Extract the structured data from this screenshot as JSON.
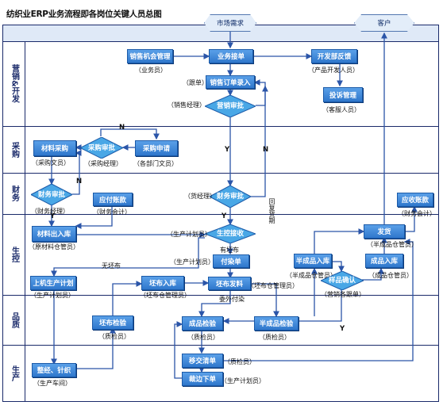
{
  "title": "纺织业ERP业务流程即各岗位关键人员总图",
  "lanes": {
    "sales": "营销&开发",
    "purchase": "采购",
    "finance": "财务",
    "production": "生控",
    "quality": "品质",
    "produce": "生产"
  },
  "terminals": {
    "market": "市场需求",
    "customer": "客户"
  },
  "nodes": {
    "sales_opportunity": {
      "label": "销售机会管理",
      "role": "（业务员）"
    },
    "business_lead": {
      "label": "业务接单",
      "role": ""
    },
    "dev_feedback": {
      "label": "开发部反馈",
      "role": "（产品开发人员）"
    },
    "sales_order_entry": {
      "label": "销售订单录入",
      "role": "（跟单）"
    },
    "sales_review": {
      "label": "营销审批",
      "role": "（销售经理）"
    },
    "complaint": {
      "label": "投诉管理",
      "role": "（客服人员）"
    },
    "material_purchase": {
      "label": "材料采购",
      "role": "（采购文员）"
    },
    "purchase_review": {
      "label": "采购审批",
      "role": "（采购经理）"
    },
    "purchase_request": {
      "label": "采购申请",
      "role": "（各部门文员）"
    },
    "finance_review_left": {
      "label": "财务审批",
      "role": "（财务经理）"
    },
    "payable": {
      "label": "应付账款",
      "role": "（财务会计）"
    },
    "finance_review_mid": {
      "label": "财务审批",
      "role": "（货经理）"
    },
    "receivable": {
      "label": "应收账款",
      "role": "（财务会计）"
    },
    "material_in": {
      "label": "材料出入库",
      "role": "（原材料仓管员）"
    },
    "control_accept": {
      "label": "生控接收",
      "role": "（生产计划员）"
    },
    "dye_order": {
      "label": "付染单",
      "role": "（生产计划员）"
    },
    "shipping": {
      "label": "发货",
      "role": "（半成品仓管员）"
    },
    "semi_in": {
      "label": "半成品入库",
      "role": "（半成品仓管员）"
    },
    "finished_in": {
      "label": "成品入库",
      "role": "（成品仓管员）"
    },
    "machine_plan": {
      "label": "上机生产计划",
      "role": "（生产计划员）"
    },
    "grey_in": {
      "label": "坯布入库",
      "role": "（坯布仓管理员）"
    },
    "grey_out": {
      "label": "坯布发料",
      "role": "（坯布仓管理员）"
    },
    "sample_confirm": {
      "label": "样品确认",
      "role": "（营销各跟单）"
    },
    "grey_inspect": {
      "label": "坯布检验",
      "role": "（质检员）"
    },
    "product_inspect": {
      "label": "成品检验",
      "role": "（质检员）"
    },
    "semi_inspect": {
      "label": "半成品检验",
      "role": "（质检员）"
    },
    "transfer_list": {
      "label": "移交清单",
      "role": "（质检员）"
    },
    "cut_order": {
      "label": "裁边下单",
      "role": "（生产计划员）"
    },
    "weave": {
      "label": "整经、针织",
      "role": "（生产车间）"
    }
  },
  "edge_labels": {
    "n1": "N",
    "n2": "N",
    "n3": "N",
    "y1": "Y",
    "y2": "Y",
    "y3": "Y",
    "y4": "Y",
    "no_grey": "无坯布",
    "has_grey": "有坯布",
    "dye_out": "委外付染",
    "reply_return": "回复货期"
  },
  "colors": {
    "box_top": "#5aa0e8",
    "box_bottom": "#2f77cc",
    "line": "#2b55a8",
    "lane": "#1a2a6a",
    "diamond": "#49a7e6"
  }
}
